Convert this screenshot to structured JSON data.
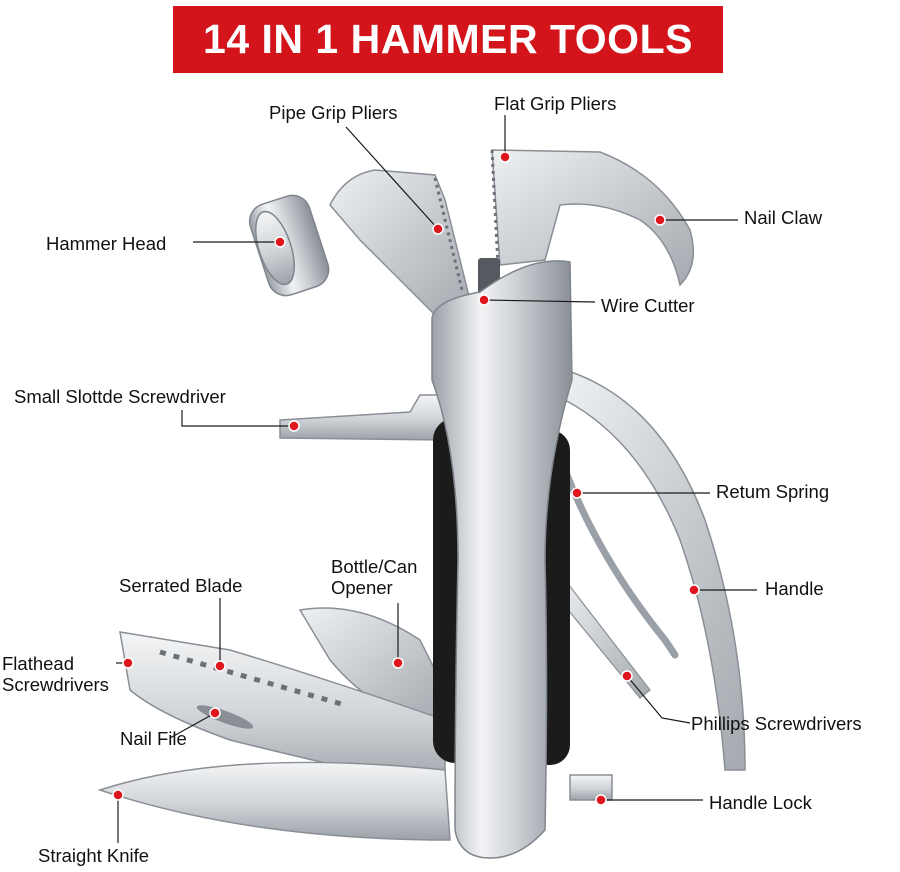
{
  "title": "14 IN 1 HAMMER TOOLS",
  "colors": {
    "banner": "#d3151b",
    "banner_text": "#ffffff",
    "marker": "#e0161f",
    "leader_line": "#1a1a1a",
    "steel_light": "#eceef0",
    "steel_dark": "#8a8f96",
    "grip": "#1b1b1b"
  },
  "labels": {
    "pipe_grip_pliers": "Pipe Grip Pliers",
    "flat_grip_pliers": "Flat Grip Pliers",
    "hammer_head": "Hammer Head",
    "nail_claw": "Nail Claw",
    "wire_cutter": "Wire Cutter",
    "small_slotted_screwdriver": "Small Slottde Screwdriver",
    "return_spring": "Retum Spring",
    "handle": "Handle",
    "bottle_can_opener_1": "Bottle/Can",
    "bottle_can_opener_2": "Opener",
    "serrated_blade": "Serrated Blade",
    "flathead_screwdrivers_1": "Flathead",
    "flathead_screwdrivers_2": "Screwdrivers",
    "phillips_screwdrivers": "Phillips Screwdrivers",
    "nail_file": "Nail File",
    "handle_lock": "Handle Lock",
    "straight_knife": "Straight Knife"
  }
}
